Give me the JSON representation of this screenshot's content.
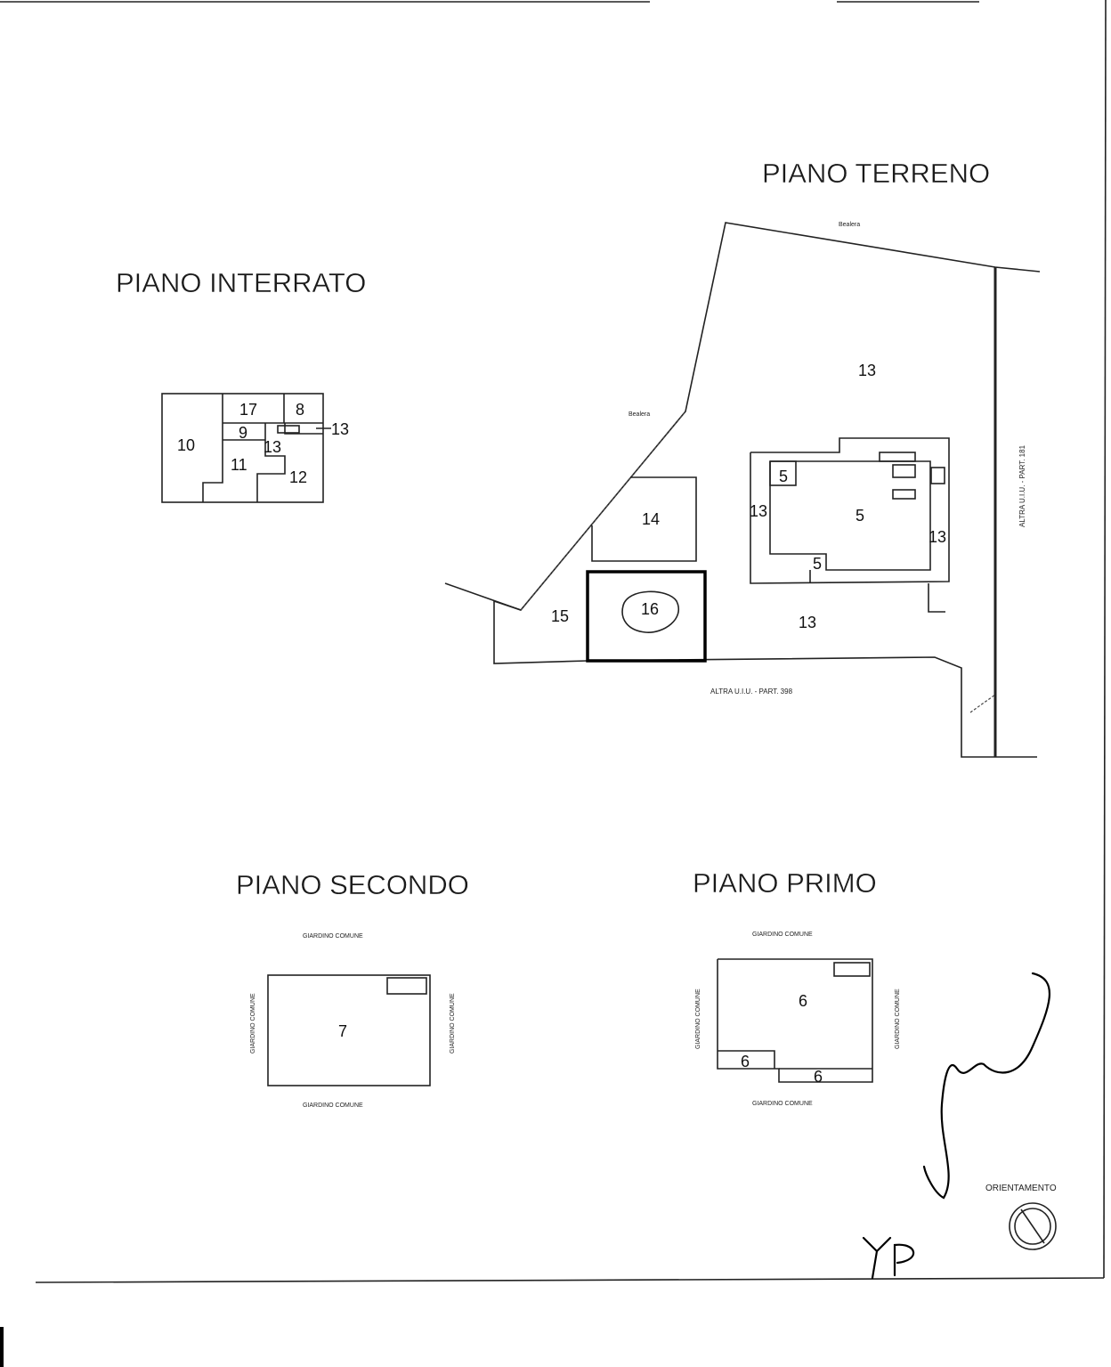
{
  "sections": {
    "piano_terreno": {
      "title": "PIANO TERRENO",
      "labels": {
        "bealera_top": "Bealera",
        "bealera_left": "Bealera",
        "part_181": "ALTRA U.I.U. - PART. 181",
        "part_398": "ALTRA U.I.U. - PART. 398"
      },
      "rooms": [
        "13",
        "5",
        "5",
        "5",
        "13",
        "13",
        "14",
        "15",
        "16",
        "13"
      ]
    },
    "piano_interrato": {
      "title": "PIANO INTERRATO",
      "rooms": [
        "10",
        "17",
        "8",
        "9",
        "13",
        "11",
        "12",
        "13"
      ]
    },
    "piano_secondo": {
      "title": "PIANO SECONDO",
      "surroundings": [
        "GIARDINO COMUNE",
        "GIARDINO COMUNE",
        "GIARDINO COMUNE",
        "GIARDINO COMUNE"
      ],
      "rooms": [
        "7"
      ]
    },
    "piano_primo": {
      "title": "PIANO PRIMO",
      "surroundings": [
        "GIARDINO COMUNE",
        "GIARDINO COMUNE",
        "GIARDINO COMUNE",
        "GIARDINO COMUNE"
      ],
      "rooms": [
        "6",
        "6",
        "6"
      ]
    }
  },
  "orientation": {
    "label": "ORIENTAMENTO",
    "icon": "compass-icon"
  },
  "signature": {
    "initials": "YP"
  }
}
